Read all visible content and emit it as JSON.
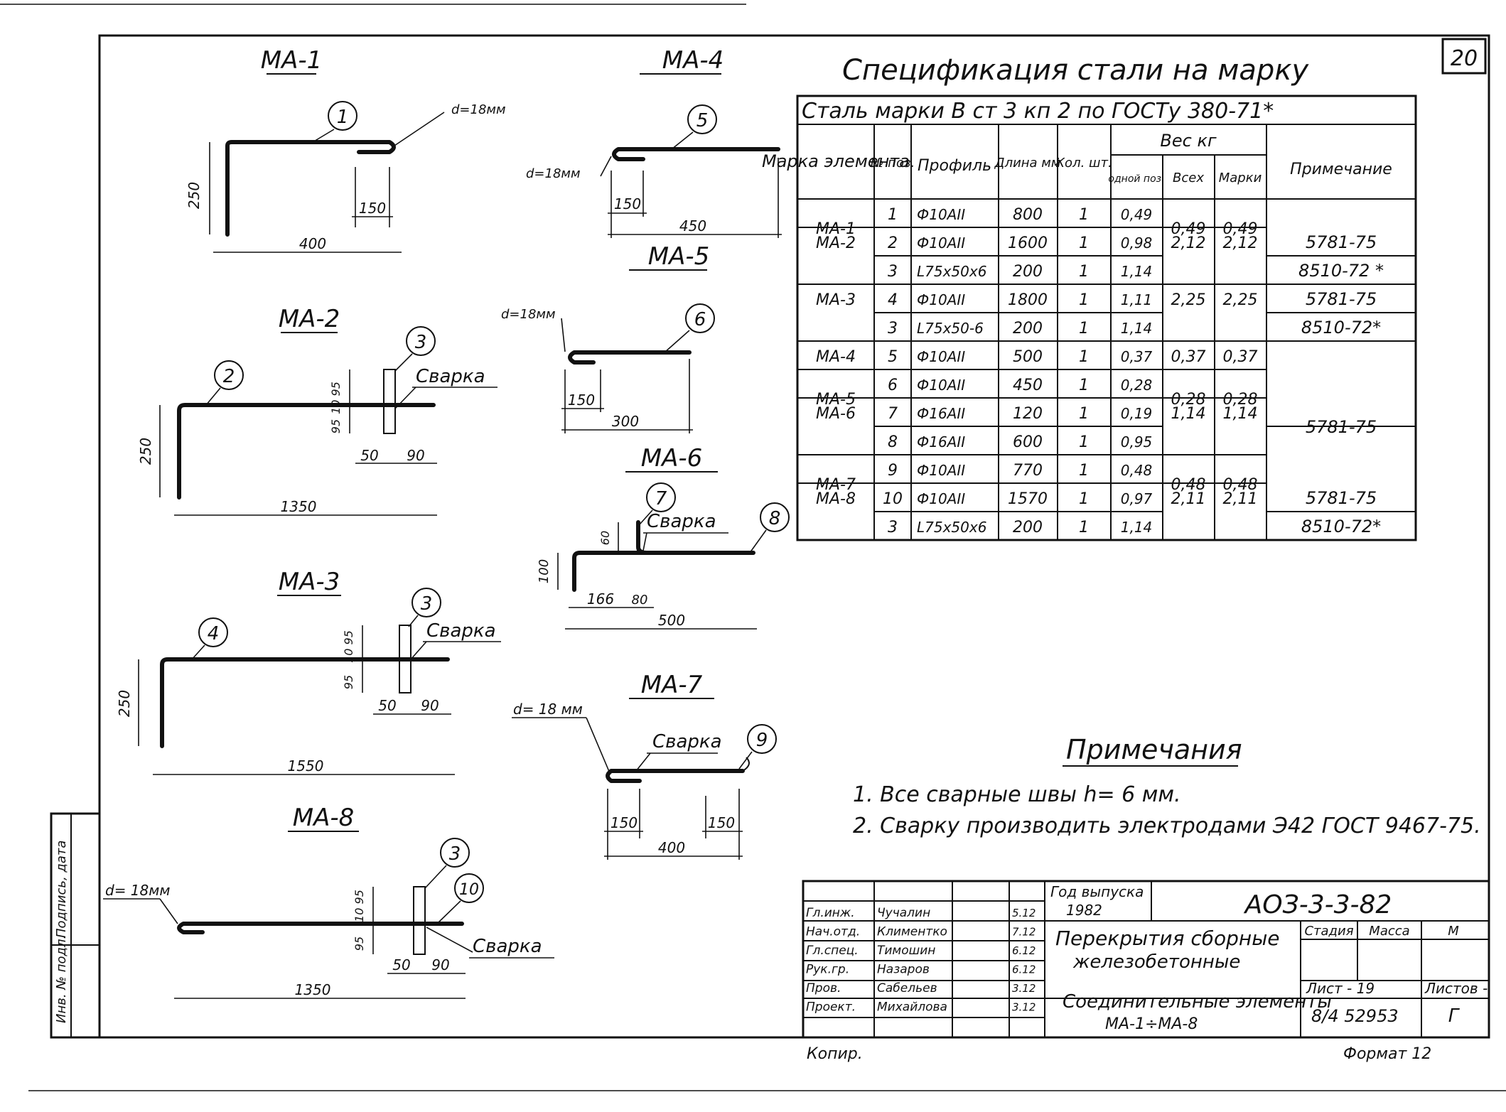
{
  "sheet_number": "20",
  "drawings": {
    "ma1": {
      "title": "МА-1",
      "pos": "1",
      "d_label": "d=18мм",
      "dim_h": "250",
      "dim_l": "400",
      "dim_hook": "150"
    },
    "ma2": {
      "title": "МА-2",
      "pos_bar": "2",
      "pos_angle": "3",
      "weld": "Сварка",
      "dim_h": "250",
      "dim_l": "1350",
      "dim_a": "50",
      "dim_b": "90",
      "dim_c": "95",
      "dim_d": "10 95"
    },
    "ma3": {
      "title": "МА-3",
      "pos_bar": "4",
      "pos_angle": "3",
      "weld": "Сварка",
      "dim_h": "250",
      "dim_l": "1550",
      "dim_a": "50",
      "dim_b": "90",
      "dim_c": "95",
      "dim_d": "10 95"
    },
    "ma4": {
      "title": "МА-4",
      "pos": "5",
      "d_label": "d=18мм",
      "dim_l": "450",
      "dim_hook": "150"
    },
    "ma5": {
      "title": "МА-5",
      "pos": "6",
      "d_label": "d=18мм",
      "dim_l": "300",
      "dim_hook": "150"
    },
    "ma6": {
      "title": "МА-6",
      "pos_a": "7",
      "pos_b": "8",
      "weld": "Сварка",
      "dim_h": "100",
      "dim_v": "60",
      "dim_a": "166",
      "dim_b": "80",
      "dim_l": "500"
    },
    "ma7": {
      "title": "МА-7",
      "pos": "9",
      "d_label": "d= 18 мм",
      "weld": "Сварка",
      "dim_a": "150",
      "dim_b": "150",
      "dim_l": "400"
    },
    "ma8": {
      "title": "МА-8",
      "pos_angle": "3",
      "pos_bar": "10",
      "d_label": "d= 18мм",
      "weld": "Сварка",
      "dim_l": "1350",
      "dim_a": "50",
      "dim_b": "90",
      "dim_c": "95",
      "dim_d": "10 95"
    }
  },
  "spec": {
    "title": "Спецификация стали на марку",
    "steel_row": "Сталь марки В ст 3 кп 2 по ГОСТу 380-71*",
    "headers": {
      "mark": "Марка элемента",
      "pos": "№ поз.",
      "profile": "Профиль",
      "length": "Длина мм",
      "qty": "Кол. шт.",
      "weight": "Вес кг",
      "w_one": "одной поз.",
      "w_all": "Всех",
      "w_mark": "Марки",
      "note": "Примечание"
    },
    "rows": [
      {
        "mark": "МА-1",
        "pos": "1",
        "profile": "Ф10АII",
        "length": "800",
        "qty": "1",
        "w_one": "0,49",
        "w_all": "0,49",
        "w_mark": "0,49",
        "note": ""
      },
      {
        "mark": "МА-2",
        "pos": "2",
        "profile": "Ф10АII",
        "length": "1600",
        "qty": "1",
        "w_one": "0,98",
        "w_all": "2,12",
        "w_mark": "2,12",
        "note": "5781-75"
      },
      {
        "mark": "",
        "pos": "3",
        "profile": "L75x50x6",
        "length": "200",
        "qty": "1",
        "w_one": "1,14",
        "w_all": "",
        "w_mark": "",
        "note": "8510-72 *"
      },
      {
        "mark": "МА-3",
        "pos": "4",
        "profile": "Ф10АII",
        "length": "1800",
        "qty": "1",
        "w_one": "1,11",
        "w_all": "2,25",
        "w_mark": "2,25",
        "note": "5781-75"
      },
      {
        "mark": "",
        "pos": "3",
        "profile": "L75x50-6",
        "length": "200",
        "qty": "1",
        "w_one": "1,14",
        "w_all": "",
        "w_mark": "",
        "note": "8510-72*"
      },
      {
        "mark": "МА-4",
        "pos": "5",
        "profile": "Ф10АII",
        "length": "500",
        "qty": "1",
        "w_one": "0,37",
        "w_all": "0,37",
        "w_mark": "0,37",
        "note": ""
      },
      {
        "mark": "МА-5",
        "pos": "6",
        "profile": "Ф10АII",
        "length": "450",
        "qty": "1",
        "w_one": "0,28",
        "w_all": "0,28",
        "w_mark": "0,28",
        "note": ""
      },
      {
        "mark": "МА-6",
        "pos": "7",
        "profile": "Ф16АII",
        "length": "120",
        "qty": "1",
        "w_one": "0,19",
        "w_all": "1,14",
        "w_mark": "1,14",
        "note": "5781-75"
      },
      {
        "mark": "",
        "pos": "8",
        "profile": "Ф16АII",
        "length": "600",
        "qty": "1",
        "w_one": "0,95",
        "w_all": "",
        "w_mark": "",
        "note": ""
      },
      {
        "mark": "МА-7",
        "pos": "9",
        "profile": "Ф10АII",
        "length": "770",
        "qty": "1",
        "w_one": "0,48",
        "w_all": "0,48",
        "w_mark": "0,48",
        "note": ""
      },
      {
        "mark": "МА-8",
        "pos": "10",
        "profile": "Ф10АII",
        "length": "1570",
        "qty": "1",
        "w_one": "0,97",
        "w_all": "2,11",
        "w_mark": "2,11",
        "note": "5781-75"
      },
      {
        "mark": "",
        "pos": "3",
        "profile": "L75x50x6",
        "length": "200",
        "qty": "1",
        "w_one": "1,14",
        "w_all": "",
        "w_mark": "",
        "note": "8510-72*"
      }
    ]
  },
  "notes": {
    "title": "Примечания",
    "items": [
      "1. Все сварные швы h= 6 мм.",
      "2. Сварку производить электродами Э42 ГОСТ 9467-75."
    ]
  },
  "side_stamp": {
    "col1": "Инв. № подл.",
    "col2": "Подпись, дата"
  },
  "title_block": {
    "year_label": "Год выпуска",
    "year": "1982",
    "code": "АОЗ-3-3-82",
    "staff": [
      {
        "role": "Гл.инж.",
        "name": "Чучалин",
        "date": "5.12"
      },
      {
        "role": "Нач.отд.",
        "name": "Климентко",
        "date": "7.12"
      },
      {
        "role": "Гл.спец.",
        "name": "Тимошин",
        "date": "6.12"
      },
      {
        "role": "Рук.гр.",
        "name": "Назаров",
        "date": "6.12"
      },
      {
        "role": "Пров.",
        "name": "Сабельев",
        "date": "3.12"
      },
      {
        "role": "Проект.",
        "name": "Михайлова",
        "date": "3.12"
      }
    ],
    "project": "Перекрытия сборные железобетонные",
    "sheet_title": "Соединительные элементы МА-1÷МА-8",
    "stage_label": "Стадия",
    "mass_label": "Масса",
    "scale_label": "М",
    "sheet_label": "Лист - 19",
    "sheets_label": "Листов -",
    "archive": "8/4 52953",
    "letter": "Г"
  },
  "footer": {
    "copy": "Копир.",
    "format": "Формат 12"
  }
}
